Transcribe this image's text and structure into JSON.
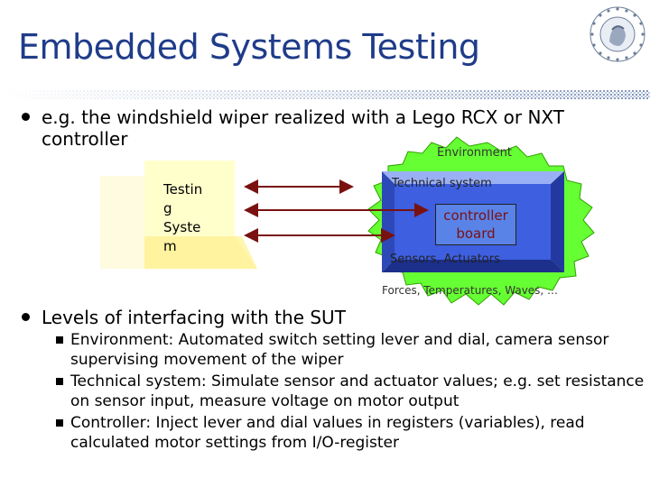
{
  "slide": {
    "title": "Embedded Systems Testing"
  },
  "bullets": {
    "b1_text": "e.g. the windshield wiper realized with a Lego RCX or NXT controller",
    "b2_text": "Levels of interfacing with the SUT",
    "sub_items": [
      "Environment: Automated switch setting lever and dial, camera sensor supervising movement of the wiper",
      "Technical system: Simulate sensor and actuator values; e.g. set resistance on sensor input, measure voltage on motor output",
      "Controller: Inject lever and dial values in registers (variables), read calculated motor settings from I/O-register"
    ]
  },
  "diagram": {
    "testing_system_lines": [
      "Testin",
      "g",
      "Syste",
      "m"
    ],
    "environment_label": "Environment",
    "technical_system_label": "Technical system",
    "controller_lines": [
      "controller",
      "board"
    ],
    "sensors_label": "Sensors, Actuators",
    "forces_label": "Forces, Temperatures, Waves, …"
  },
  "colors": {
    "title": "#1f3c8a",
    "environment_fill": "#66ff33",
    "technical_system_fill": "#3d5fe0",
    "controller_fill": "#5a83e8",
    "arrow": "#7a1111",
    "testing_block": "#ffffcc"
  }
}
